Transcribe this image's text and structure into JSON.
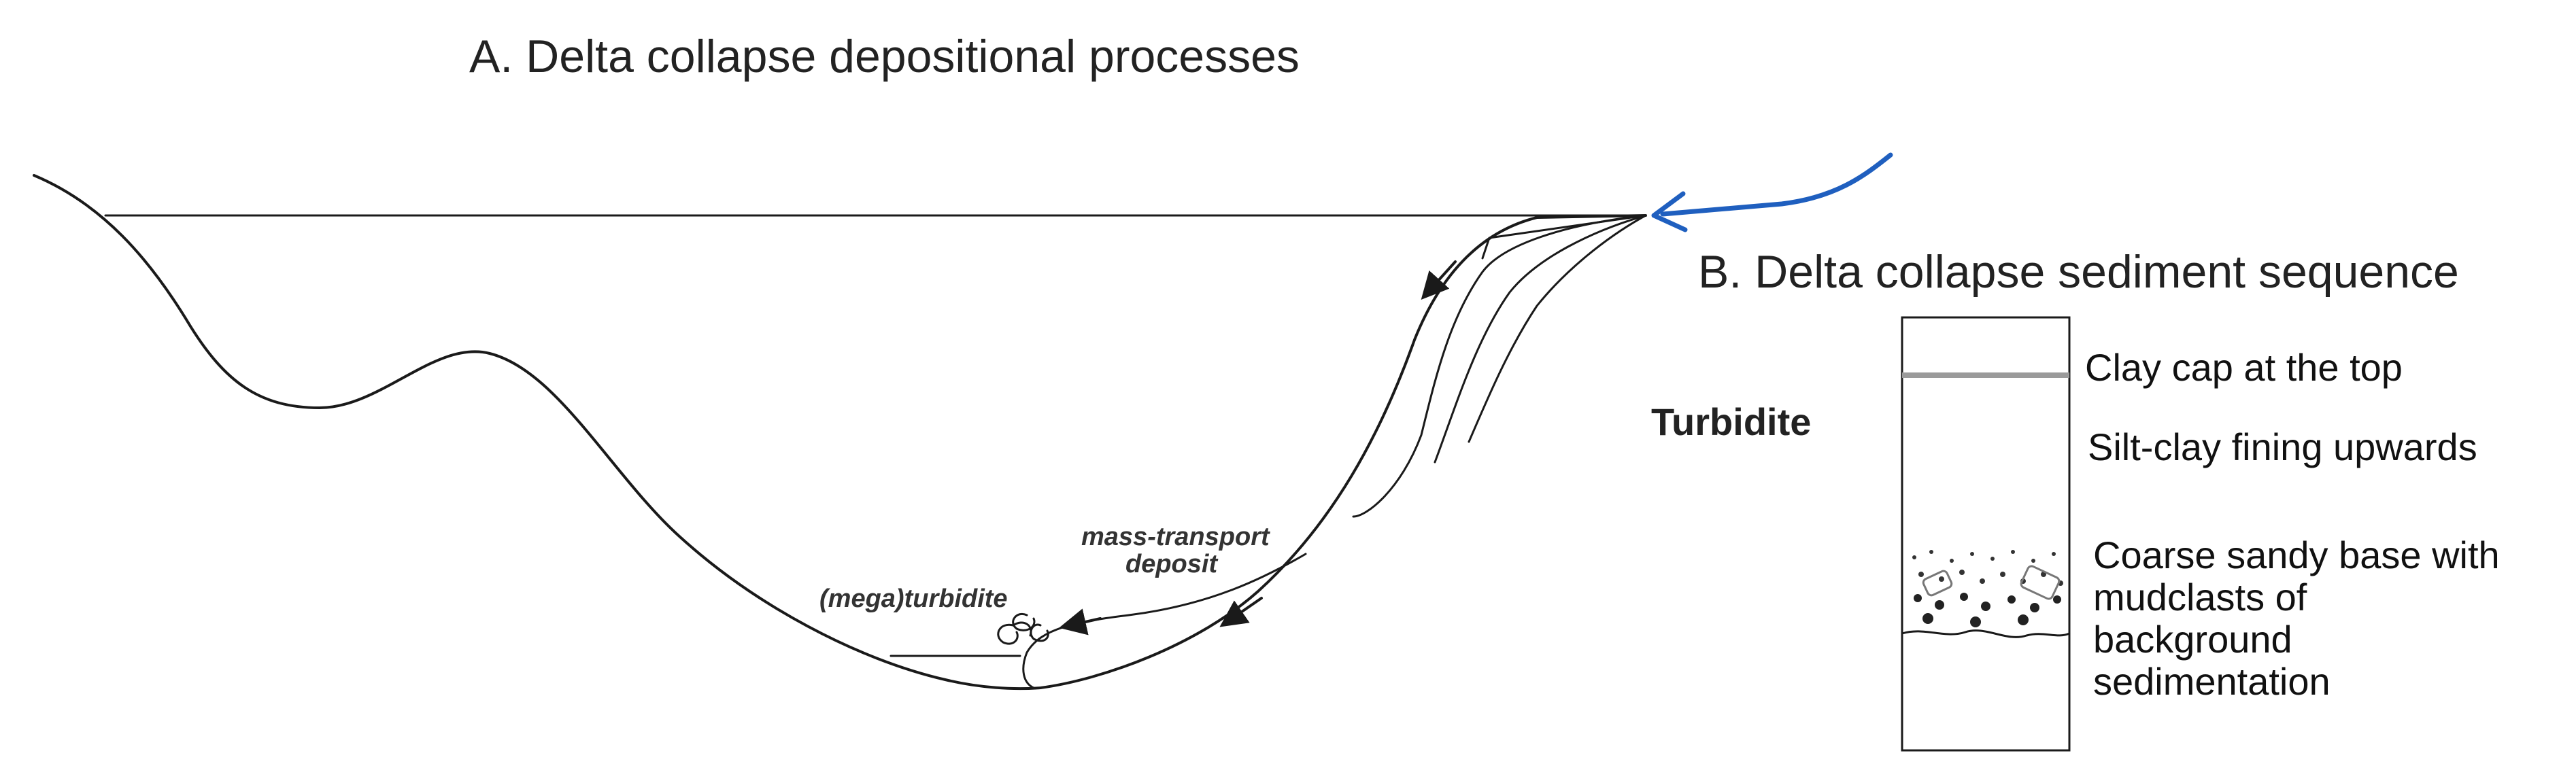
{
  "panel_a": {
    "title": "A. Delta collapse depositional processes",
    "labels": {
      "mass_transport_line1": "mass-transport",
      "mass_transport_line2": "deposit",
      "turbidite": "(mega)turbidite"
    },
    "colors": {
      "river": "#1f5fbf",
      "line": "#1a1a1a"
    }
  },
  "panel_b": {
    "title": "B. Delta collapse sediment sequence",
    "side_label": "Turbidite",
    "sequence": {
      "clay_cap": "Clay cap at the top",
      "silt_clay": "Silt-clay fining upwards",
      "coarse_line1": "Coarse sandy base with",
      "coarse_line2": "mudclasts of",
      "coarse_line3": "background",
      "coarse_line4": "sedimentation"
    },
    "colors": {
      "clay_cap": "#9a9a9a"
    }
  }
}
